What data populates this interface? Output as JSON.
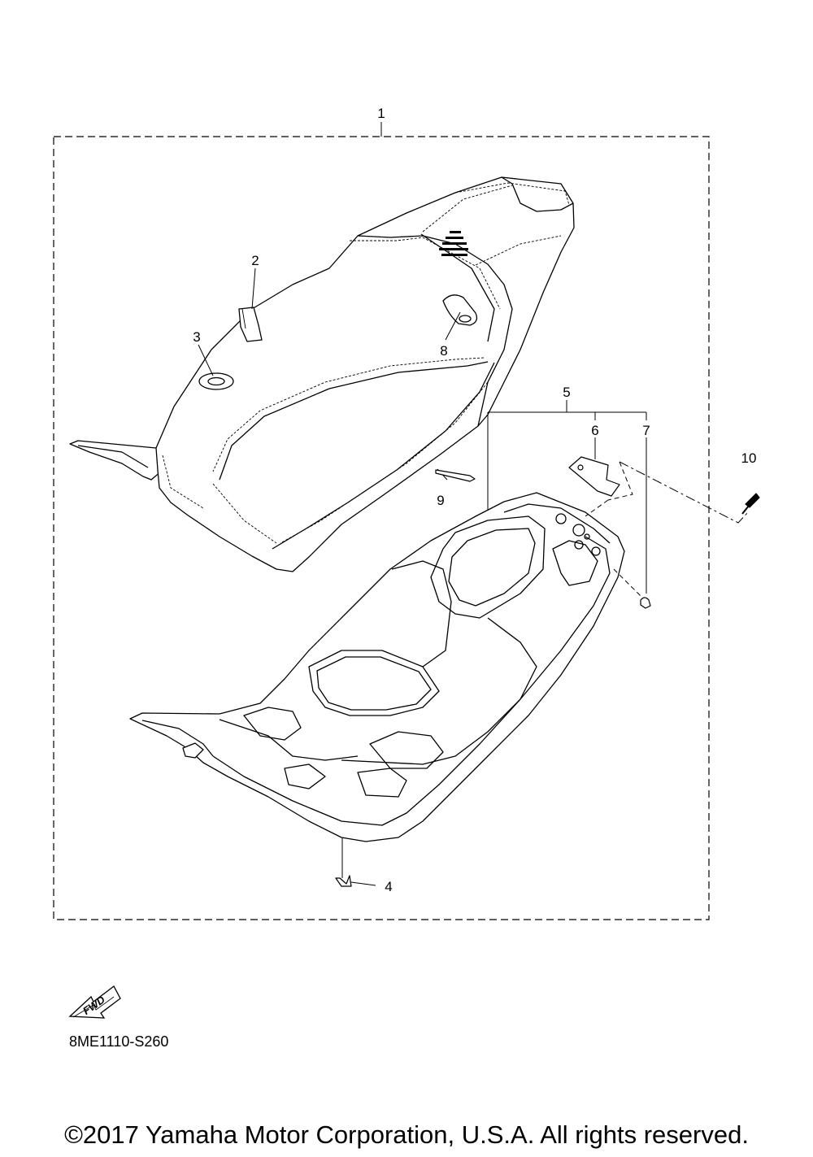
{
  "callouts": [
    {
      "label": "1"
    },
    {
      "label": "2"
    },
    {
      "label": "3"
    },
    {
      "label": "8"
    },
    {
      "label": "5"
    },
    {
      "label": "6"
    },
    {
      "label": "7"
    },
    {
      "label": "9"
    },
    {
      "label": "10"
    },
    {
      "label": "4"
    }
  ],
  "fwd_label": "FWD",
  "diagram_code": "8ME1110-S260",
  "copyright": "©2017 Yamaha Motor Corporation, U.S.A. All rights reserved."
}
